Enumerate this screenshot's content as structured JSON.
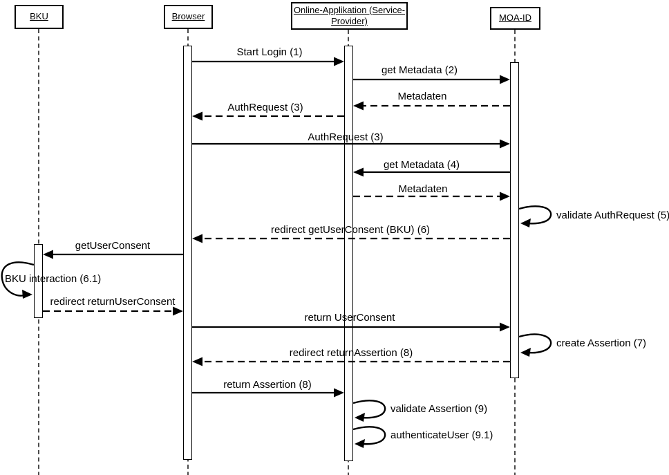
{
  "actors": [
    {
      "label": "BKU"
    },
    {
      "label": "Browser"
    },
    {
      "label": "Online-Applikation (Service-Provider)"
    },
    {
      "label": "MOA-ID"
    }
  ],
  "messages": [
    {
      "label": "Start Login (1)",
      "from": "Browser",
      "to": "Online-Applikation (Service-Provider)",
      "style": "solid"
    },
    {
      "label": "get Metadata (2)",
      "from": "Online-Applikation (Service-Provider)",
      "to": "MOA-ID",
      "style": "solid"
    },
    {
      "label": "Metadaten",
      "from": "MOA-ID",
      "to": "Online-Applikation (Service-Provider)",
      "style": "dashed"
    },
    {
      "label": "AuthRequest (3)",
      "from": "Online-Applikation (Service-Provider)",
      "to": "Browser",
      "style": "dashed"
    },
    {
      "label": "AuthRequest (3)",
      "from": "Browser",
      "to": "MOA-ID",
      "style": "solid"
    },
    {
      "label": "get Metadata (4)",
      "from": "MOA-ID",
      "to": "Online-Applikation (Service-Provider)",
      "style": "solid"
    },
    {
      "label": "Metadaten",
      "from": "Online-Applikation (Service-Provider)",
      "to": "MOA-ID",
      "style": "dashed"
    },
    {
      "label": "redirect getUserConsent (BKU) (6)",
      "from": "MOA-ID",
      "to": "Browser",
      "style": "dashed"
    },
    {
      "label": "getUserConsent",
      "from": "Browser",
      "to": "BKU",
      "style": "solid"
    },
    {
      "label": "redirect returnUserConsent",
      "from": "BKU",
      "to": "Browser",
      "style": "dashed"
    },
    {
      "label": "return UserConsent",
      "from": "Browser",
      "to": "MOA-ID",
      "style": "solid"
    },
    {
      "label": "redirect returnAssertion (8)",
      "from": "MOA-ID",
      "to": "Browser",
      "style": "dashed"
    },
    {
      "label": "return Assertion (8)",
      "from": "Browser",
      "to": "Online-Applikation (Service-Provider)",
      "style": "solid"
    }
  ],
  "self_messages": [
    {
      "label": "validate AuthRequest (5)",
      "actor": "MOA-ID"
    },
    {
      "label": "create Assertion (7)",
      "actor": "MOA-ID"
    },
    {
      "label": "validate Assertion (9)",
      "actor": "Online-Applikation (Service-Provider)"
    },
    {
      "label": "authenticateUser (9.1)",
      "actor": "Online-Applikation (Service-Provider)"
    },
    {
      "label": "BKU interaction (6.1)",
      "actor": "BKU"
    }
  ],
  "colors": {
    "line": "#000000",
    "background": "#ffffff"
  }
}
